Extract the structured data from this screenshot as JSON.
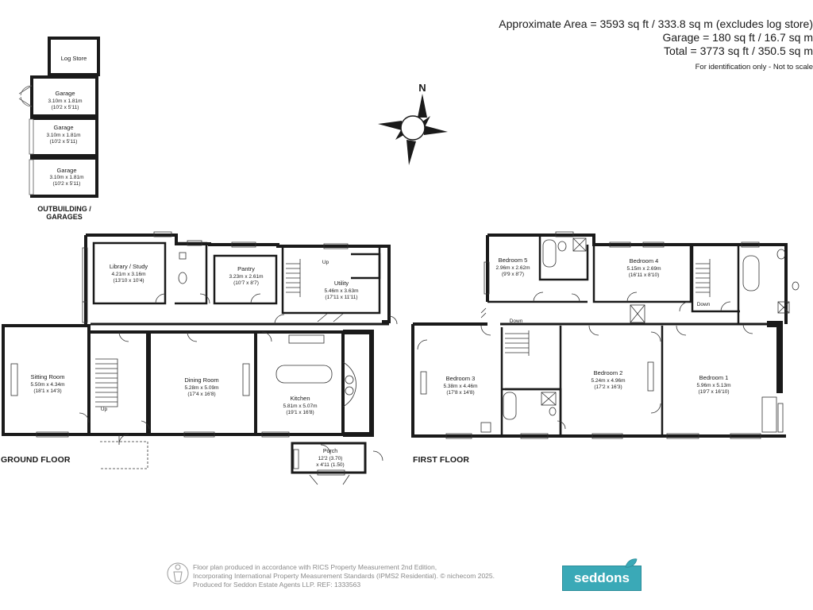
{
  "header": {
    "area_line": "Approximate Area = 3593 sq ft / 333.8 sq m (excludes log store)",
    "garage_line": "Garage = 180 sq ft / 16.7 sq m",
    "total_line": "Total = 3773 sq ft / 350.5 sq m",
    "disclaimer": "For identification only - Not to scale"
  },
  "compass": {
    "north_label": "N"
  },
  "outbuilding": {
    "section_label_1": "OUTBUILDING /",
    "section_label_2": "GARAGES",
    "rooms": [
      {
        "name": "Log Store",
        "dim_m": "",
        "dim_ft": ""
      },
      {
        "name": "Garage",
        "dim_m": "3.10m x 1.81m",
        "dim_ft": "(10'2 x 5'11)"
      },
      {
        "name": "Garage",
        "dim_m": "3.10m x 1.81m",
        "dim_ft": "(10'2 x 5'11)"
      },
      {
        "name": "Garage",
        "dim_m": "3.10m x 1.81m",
        "dim_ft": "(10'2 x 5'11)"
      }
    ]
  },
  "ground_floor": {
    "label": "GROUND FLOOR",
    "rooms": [
      {
        "name": "Library / Study",
        "dim_m": "4.21m x 3.16m",
        "dim_ft": "(13'10 x 10'4)"
      },
      {
        "name": "Pantry",
        "dim_m": "3.23m x 2.61m",
        "dim_ft": "(10'7 x 8'7)"
      },
      {
        "name": "Utility",
        "dim_m": "5.46m x 3.63m",
        "dim_ft": "(17'11 x 11'11)"
      },
      {
        "name": "Sitting Room",
        "dim_m": "5.50m x 4.34m",
        "dim_ft": "(18'1 x 14'3)"
      },
      {
        "name": "Dining Room",
        "dim_m": "5.28m x 5.09m",
        "dim_ft": "(17'4 x 16'8)"
      },
      {
        "name": "Kitchen",
        "dim_m": "5.81m x 5.07m",
        "dim_ft": "(19'1 x 16'8)"
      },
      {
        "name": "Porch",
        "dim_m": "12'2 (3.70)",
        "dim_ft": "x 4'11 (1.50)"
      }
    ],
    "stair_labels": {
      "up_main": "Up",
      "up_back": "Up"
    }
  },
  "first_floor": {
    "label": "FIRST FLOOR",
    "rooms": [
      {
        "name": "Bedroom 5",
        "dim_m": "2.96m x 2.62m",
        "dim_ft": "(9'9 x 8'7)"
      },
      {
        "name": "Bedroom 4",
        "dim_m": "5.15m x 2.69m",
        "dim_ft": "(16'11 x 8'10)"
      },
      {
        "name": "Bedroom 3",
        "dim_m": "5.38m x 4.46m",
        "dim_ft": "(17'8 x 14'8)"
      },
      {
        "name": "Bedroom 2",
        "dim_m": "5.24m x 4.96m",
        "dim_ft": "(17'2 x 16'3)"
      },
      {
        "name": "Bedroom 1",
        "dim_m": "5.96m x 5.13m",
        "dim_ft": "(19'7 x 16'10)"
      }
    ],
    "stair_labels": {
      "down_main": "Down",
      "down_back": "Down"
    }
  },
  "footer": {
    "line1": "Floor plan produced in accordance with RICS Property Measurement 2nd Edition,",
    "line2": "Incorporating International Property Measurement Standards (IPMS2 Residential).  © nichecom 2025.",
    "line3": "Produced for Seddon Estate Agents LLP.   REF: 1333563"
  },
  "brand": {
    "logo_text": "seddons"
  },
  "colors": {
    "wall": "#1a1a1a",
    "logo_bg": "#3aa9b7",
    "footer_text": "#8a8a8a"
  }
}
